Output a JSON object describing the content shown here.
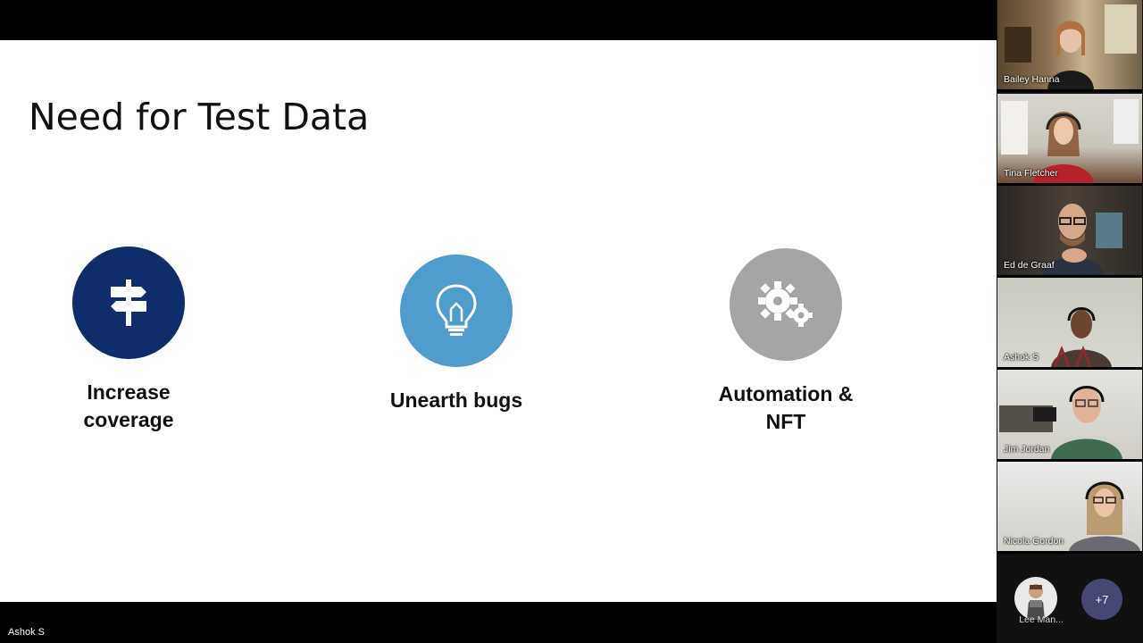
{
  "slide": {
    "title": "Need for Test Data",
    "items": [
      {
        "label": "Increase\ncoverage",
        "icon": "signpost-icon",
        "color": "#0f2d6b"
      },
      {
        "label": "Unearth bugs",
        "icon": "lightbulb-icon",
        "color": "#4f9ccd"
      },
      {
        "label": "Automation &\nNFT",
        "icon": "gears-icon",
        "color": "#a6a5a5"
      }
    ]
  },
  "presenter": {
    "name": "Ashok S"
  },
  "participants": [
    {
      "name": "Bailey Hanna"
    },
    {
      "name": "Tina Fletcher"
    },
    {
      "name": "Ed de Graaf"
    },
    {
      "name": "Ashok S"
    },
    {
      "name": "Jim Jordan"
    },
    {
      "name": "Nicola Gordon"
    }
  ],
  "overflow": {
    "avatar_name": "Lee Man...",
    "more_count": "+7"
  }
}
